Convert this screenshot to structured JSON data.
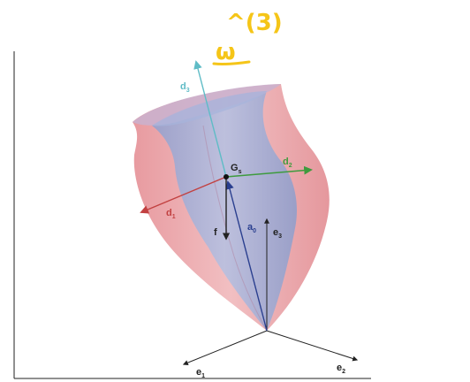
{
  "annotation": {
    "main": "^(3)",
    "base": "ω",
    "color": "#f5c518"
  },
  "labels": {
    "d3": {
      "letter": "d",
      "sub": "3",
      "color": "#5fbcc6"
    },
    "d2": {
      "letter": "d",
      "sub": "2",
      "color": "#3e9b3e"
    },
    "d1": {
      "letter": "d",
      "sub": "1",
      "color": "#c24141"
    },
    "Gs": {
      "letter": "G",
      "sub": "s",
      "color": "#222222"
    },
    "a0": {
      "letter": "a",
      "sub": "0",
      "color": "#2a3f8f"
    },
    "e3": {
      "letter": "e",
      "sub": "3",
      "color": "#222222"
    },
    "f": {
      "letter": "f",
      "sub": "",
      "color": "#222222"
    },
    "e1": {
      "letter": "e",
      "sub": "1",
      "color": "#222222"
    },
    "e2": {
      "letter": "e",
      "sub": "2",
      "color": "#222222"
    }
  },
  "colors": {
    "outer_surface": "#e9a3a8",
    "inner_surface": "#9fb0d8",
    "axis": "#222222"
  }
}
